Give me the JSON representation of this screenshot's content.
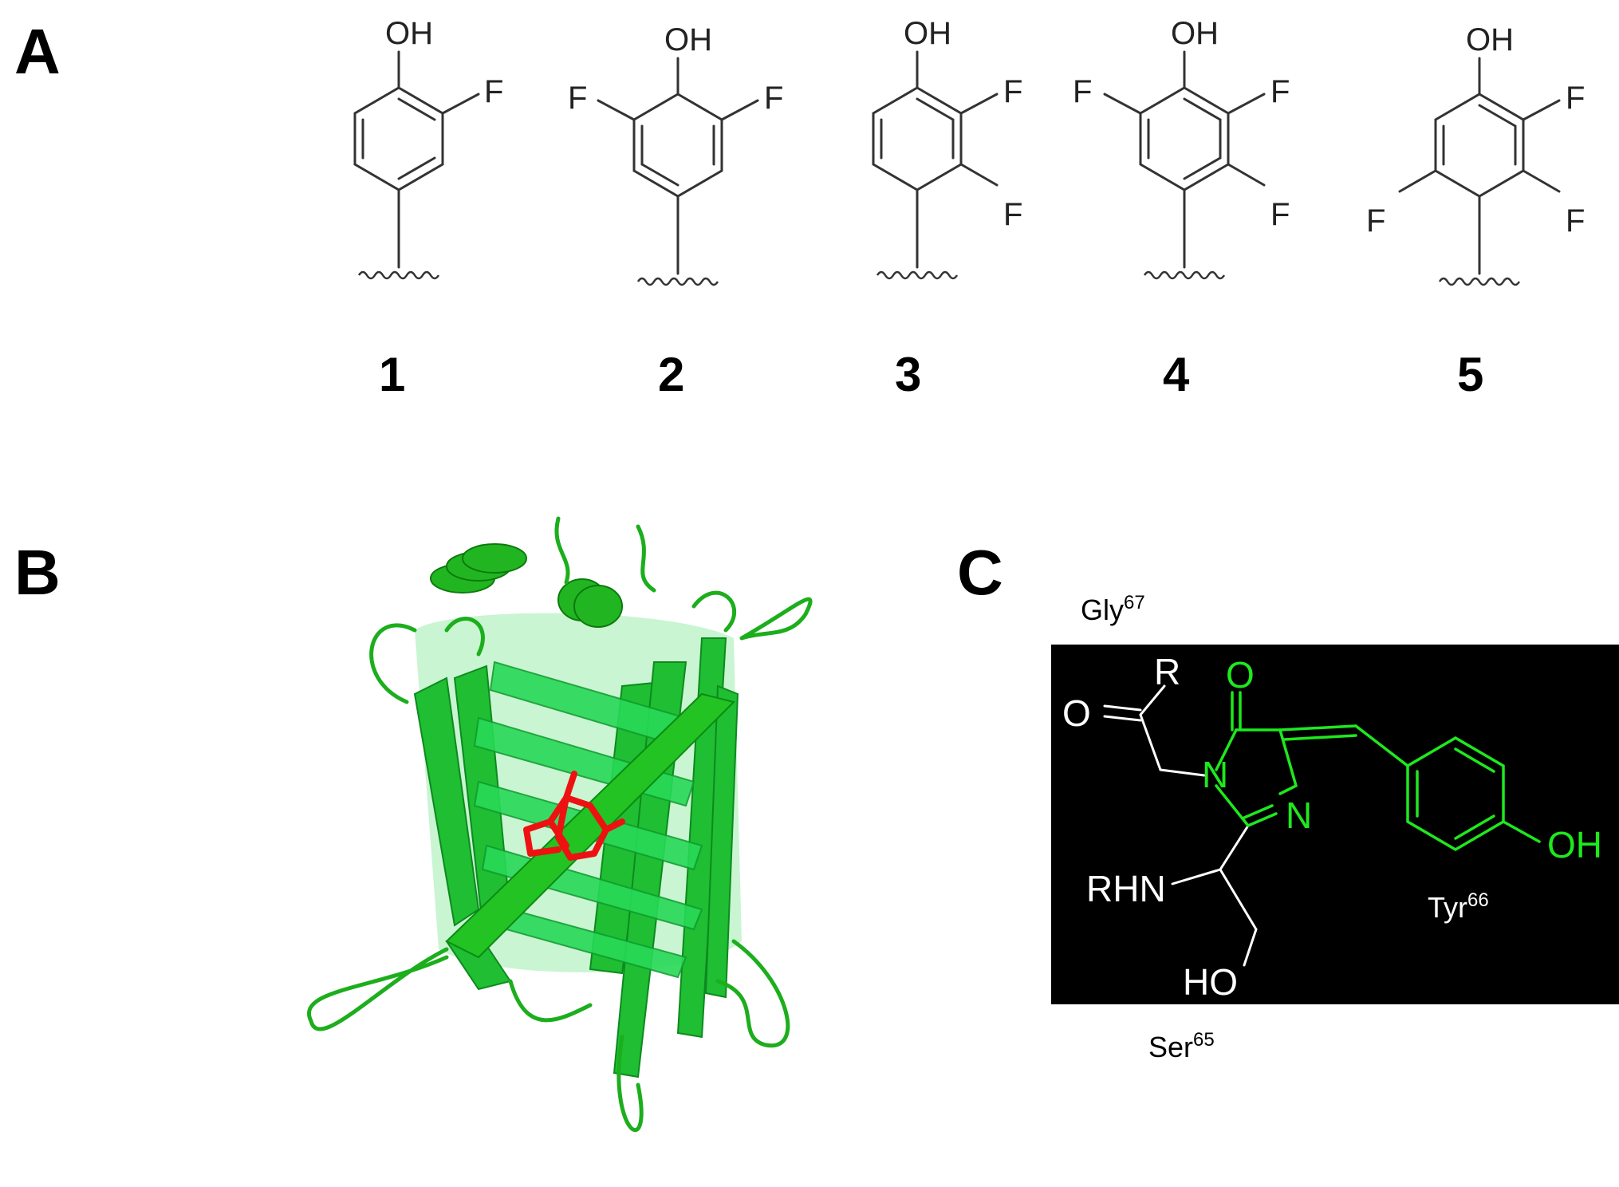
{
  "panels": {
    "a": {
      "letter": "A"
    },
    "b": {
      "letter": "B"
    },
    "c": {
      "letter": "C"
    }
  },
  "atoms": {
    "oh": "OH",
    "f": "F"
  },
  "compounds": [
    "1",
    "2",
    "3",
    "4",
    "5"
  ],
  "chromophore": {
    "o_green": "O",
    "n1": "N",
    "n2": "N",
    "oh_green": "OH",
    "r": "R",
    "o_white": "O",
    "rhn": "RHN",
    "ho": "HO"
  },
  "residues": {
    "gly": {
      "name": "Gly",
      "number": "67"
    },
    "tyr": {
      "name": "Tyr",
      "number": "66"
    },
    "ser": {
      "name": "Ser",
      "number": "65"
    }
  },
  "colors": {
    "protein_green": "#22b522",
    "chromophore_red": "#ee1111",
    "chromophore_green": "#1ee81e",
    "panel_c_background": "#000000"
  }
}
